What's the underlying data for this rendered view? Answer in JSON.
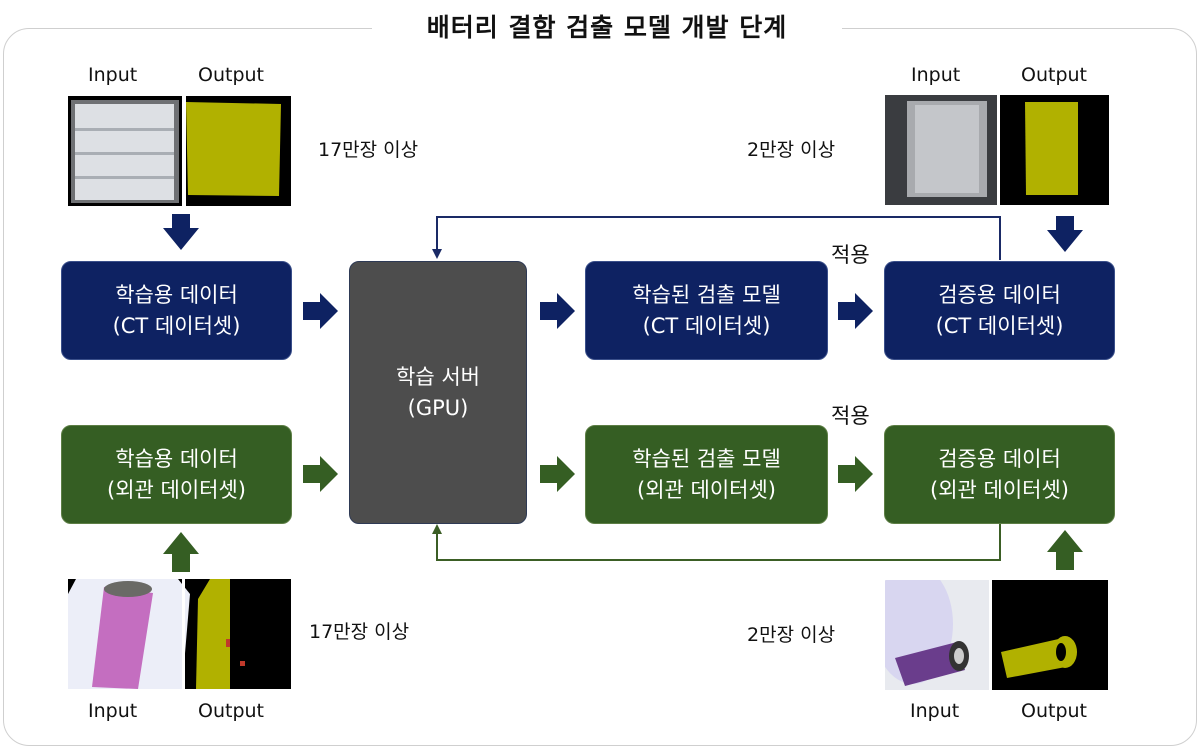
{
  "title": "배터리 결함 검출 모델 개발 단계",
  "labels": {
    "input": "Input",
    "output": "Output"
  },
  "counts": {
    "train_ct": "17만장 이상",
    "val_ct": "2만장 이상",
    "train_ext": "17만장 이상",
    "val_ext": "2만장 이상"
  },
  "apply_label": "적용",
  "boxes": {
    "train_ct": {
      "line1": "학습용 데이터",
      "line2": "(CT 데이터셋)"
    },
    "train_ext": {
      "line1": "학습용 데이터",
      "line2": "(외관 데이터셋)"
    },
    "server": {
      "line1": "학습 서버",
      "line2": "(GPU)"
    },
    "model_ct": {
      "line1": "학습된 검출 모델",
      "line2": "(CT 데이터셋)"
    },
    "model_ext": {
      "line1": "학습된 검출 모델",
      "line2": "(외관 데이터셋)"
    },
    "val_ct": {
      "line1": "검증용 데이터",
      "line2": "(CT 데이터셋)"
    },
    "val_ext": {
      "line1": "검증용 데이터",
      "line2": "(외관 데이터셋)"
    }
  },
  "colors": {
    "navy": "#0e2262",
    "green": "#355e23",
    "server_gray": "#4d4d4d",
    "mask_yellow": "#b1b100",
    "battery_pink": "#c46ec0"
  }
}
